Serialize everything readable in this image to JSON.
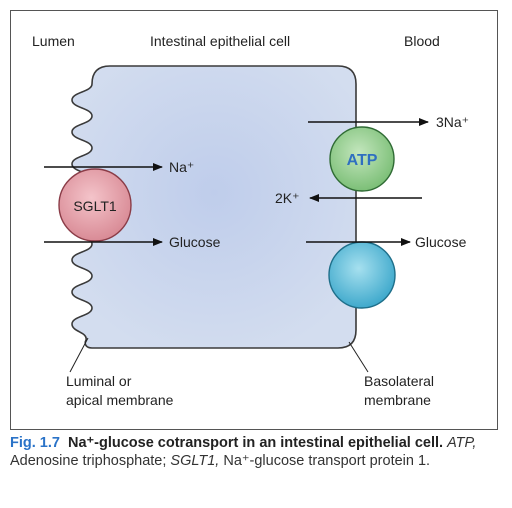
{
  "labels": {
    "lumen": "Lumen",
    "cell": "Intestinal epithelial cell",
    "blood": "Blood",
    "na_out": "3Na⁺",
    "atp": "ATP",
    "na_in": "Na⁺",
    "k_in": "2K⁺",
    "sglt1": "SGLT1",
    "glucose_apical": "Glucose",
    "glucose_basolateral": "Glucose",
    "luminal_line1": "Luminal or",
    "luminal_line2": "apical membrane",
    "basolateral_line1": "Basolateral",
    "basolateral_line2": "membrane"
  },
  "caption": {
    "number": "Fig. 1.7",
    "title": "Na⁺-glucose cotransport in an intestinal epithelial cell.",
    "abbr1": "ATP,",
    "abbr1_text": " Adenosine triphosphate; ",
    "abbr2": "SGLT1,",
    "abbr2_text": " Na⁺-glucose transport protein 1."
  },
  "colors": {
    "cell_fill": "#c9d6ec",
    "cell_center": "#bccbea",
    "sglt1": "#e8a9b2",
    "atp": "#9fd29a",
    "atp_label": "#2f6fc0",
    "glucose_carrier": "#6fc5de",
    "caption_accent": "#2a73c8"
  }
}
